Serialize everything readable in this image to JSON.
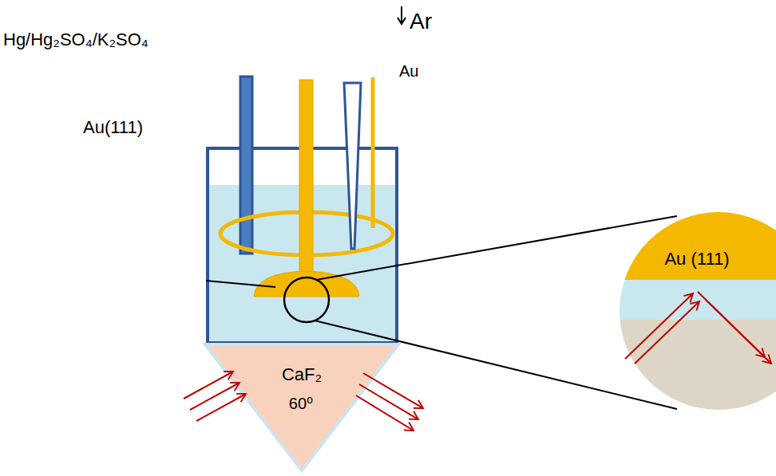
{
  "diagram": {
    "nodes": [
      {
        "text": [
          "CaF₂",
          "60⁰"
        ]
      },
      {
        "text": [
          "Au (111)"
        ]
      }
    ],
    "labels": [
      "Hg/Hg₂SO₄/K₂SO₄",
      "Ar",
      "Au",
      "Au(111)"
    ]
  }
}
